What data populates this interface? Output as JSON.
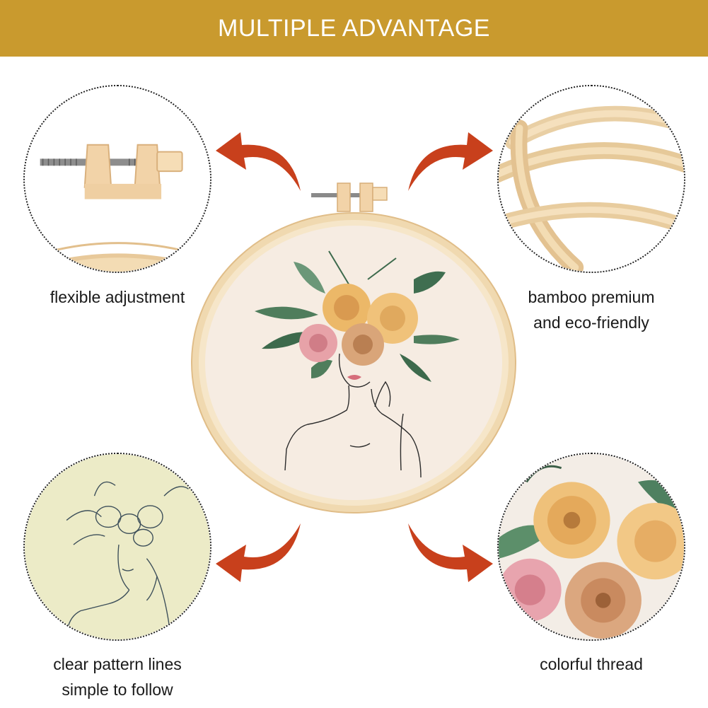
{
  "banner": {
    "title": "MULTIPLE ADVANTAGE"
  },
  "features": {
    "top_left": {
      "label": "flexible adjustment"
    },
    "top_right": {
      "line1": "bamboo premium",
      "line2": "and eco-friendly"
    },
    "bottom_left": {
      "line1": "clear pattern lines",
      "line2": "simple to follow"
    },
    "bottom_right": {
      "label": "colorful thread"
    }
  },
  "colors": {
    "banner": "#c99a2e",
    "arrow": "#c8401c",
    "hoop": "#f0d9b0",
    "fabric": "#f6ece2"
  }
}
